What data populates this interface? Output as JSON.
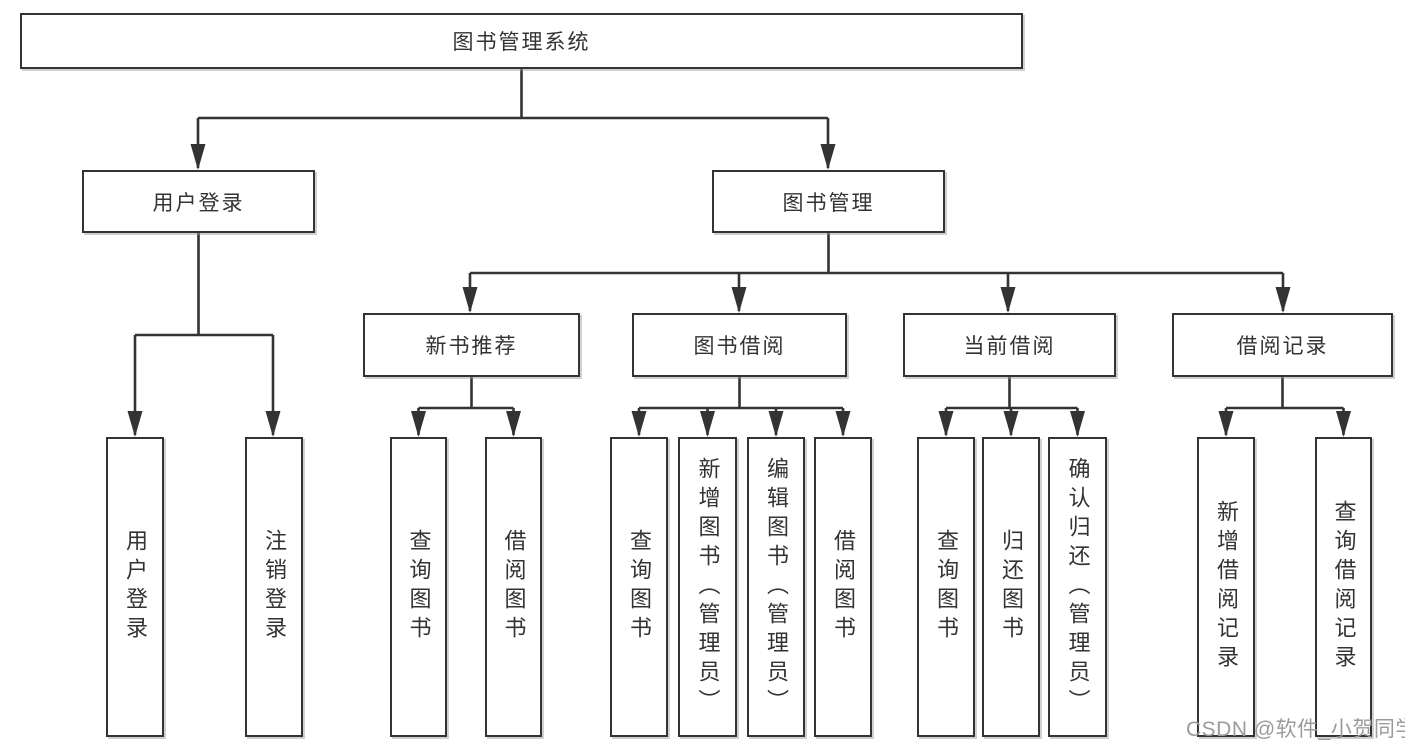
{
  "watermark": "CSDN @软件_小贺同学",
  "colors": {
    "line": "#333333",
    "text": "#333333",
    "box_background": "#ffffff",
    "page_background": "#ffffff",
    "watermark": "#9b9b9b"
  },
  "tree": {
    "label": "图书管理系统",
    "children": [
      {
        "label": "用户登录",
        "children": [
          {
            "label": "用户登录"
          },
          {
            "label": "注销登录"
          }
        ]
      },
      {
        "label": "图书管理",
        "children": [
          {
            "label": "新书推荐",
            "children": [
              {
                "label": "查询图书"
              },
              {
                "label": "借阅图书"
              }
            ]
          },
          {
            "label": "图书借阅",
            "children": [
              {
                "label": "查询图书"
              },
              {
                "label": "新增图书（管理员）"
              },
              {
                "label": "编辑图书（管理员）"
              },
              {
                "label": "借阅图书"
              }
            ]
          },
          {
            "label": "当前借阅",
            "children": [
              {
                "label": "查询图书"
              },
              {
                "label": "归还图书"
              },
              {
                "label": "确认归还（管理员）"
              }
            ]
          },
          {
            "label": "借阅记录",
            "children": [
              {
                "label": "新增借阅记录"
              },
              {
                "label": "查询借阅记录"
              }
            ]
          }
        ]
      }
    ]
  }
}
